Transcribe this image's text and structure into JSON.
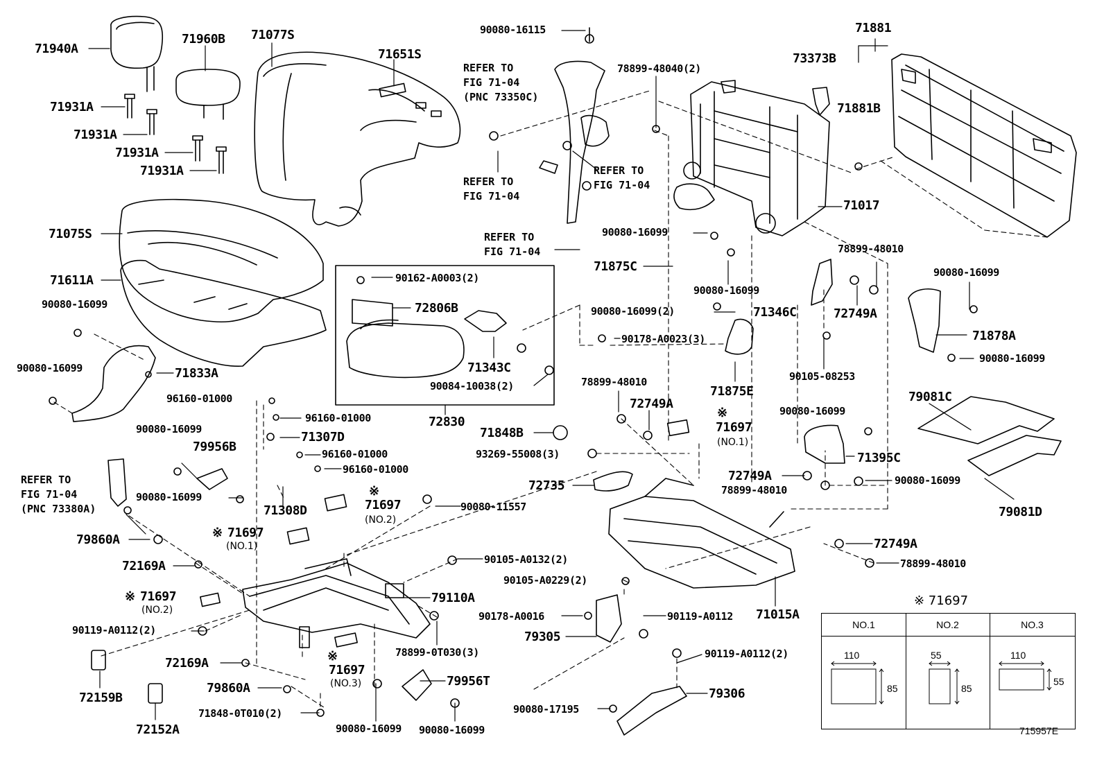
{
  "labels": {
    "l71940a": "71940A",
    "l71960b": "71960B",
    "l71077s": "71077S",
    "l71651s": "71651S",
    "l71931a_1": "71931A",
    "l71931a_2": "71931A",
    "l71931a_3": "71931A",
    "l71931a_4": "71931A",
    "l71075s": "71075S",
    "l71611a": "71611A",
    "l90080_16099_a": "90080-16099",
    "l90080_16099_b": "90080-16099",
    "l71833a": "71833A",
    "l90080_16115": "90080-16115",
    "l78899_48040": "78899-48040(2)",
    "l73373b": "73373B",
    "l71881": "71881",
    "l71881b": "71881B",
    "l71017": "71017",
    "l90080_16099_c": "90080-16099",
    "l71875c": "71875C",
    "l90080_16099_d": "90080-16099",
    "l78899_48010_a": "78899-48010",
    "l71346c": "71346C",
    "l72749a_a": "72749A",
    "l90080_16099_e": "90080-16099",
    "l71878a": "71878A",
    "l90080_16099_f": "90080-16099",
    "l90105_08253": "90105-08253",
    "l90162": "90162-A0003(2)",
    "l72806b": "72806B",
    "l71343c": "71343C",
    "l90084": "90084-10038(2)",
    "l72830": "72830",
    "l90080_16099_2": "90080-16099(2)",
    "l90178_a0023": "90178-A0023(3)",
    "l71875e": "71875E",
    "l78899_48010_b": "78899-48010",
    "l72749a_b": "72749A",
    "l71697_a": "71697",
    "l71848b": "71848B",
    "l93269": "93269-55008(3)",
    "l72735": "72735",
    "l90080_16099_g": "90080-16099",
    "l71395c": "71395C",
    "l72749a_c": "72749A",
    "l78899_48010_c": "78899-48010",
    "l90080_16099_h": "90080-16099",
    "l79081c": "79081C",
    "l79081d": "79081D",
    "l96160_a": "96160-01000",
    "l96160_b": "96160-01000",
    "l71307d": "71307D",
    "l96160_c": "96160-01000",
    "l96160_d": "96160-01000",
    "l90080_16099_i": "90080-16099",
    "l79956b": "79956B",
    "l90080_16099_j": "90080-16099",
    "l71308d": "71308D",
    "l71697_b": "71697",
    "l90080_11557": "90080-11557",
    "l71697_c": "71697",
    "l79860a_a": "79860A",
    "l72169a_a": "72169A",
    "l71697_d": "71697",
    "l90119_a": "90119-A0112(2)",
    "l90105_a0132": "90105-A0132(2)",
    "l90105_a0229": "90105-A0229(2)",
    "l79110a": "79110A",
    "l90178_a0016": "90178-A0016",
    "l79305": "79305",
    "l90119_b": "90119-A0112",
    "l71015a": "71015A",
    "l72749a_d": "72749A",
    "l78899_48010_d": "78899-48010",
    "l78899_0t030": "78899-0T030(3)",
    "l72169a_b": "72169A",
    "l79860a_b": "79860A",
    "l71697_e": "71697",
    "l79956t": "79956T",
    "l71848_0t010": "71848-0T010(2)",
    "l90080_16099_k": "90080-16099",
    "l90080_16099_l": "90080-16099",
    "l72159b": "72159B",
    "l72152a": "72152A",
    "l90119_c": "90119-A0112(2)",
    "l79306": "79306",
    "l90080_17195": "90080-17195"
  },
  "no_labels": {
    "n1a": "(NO.1)",
    "n2a": "(NO.2)",
    "n1b": "(NO.1)",
    "n2b": "(NO.2)",
    "n3a": "(NO.3)"
  },
  "refs": {
    "r1": [
      "REFER TO",
      "FIG 71-04",
      "(PNC 73350C)"
    ],
    "r2": [
      "REFER TO",
      "FIG 71-04"
    ],
    "r3": [
      "REFER TO",
      "FIG 71-04"
    ],
    "r4": [
      "REFER TO",
      "FIG 71-04"
    ],
    "r5": [
      "REFER TO",
      "FIG 71-04",
      "(PNC 73380A)"
    ]
  },
  "marks": {
    "kome": "※"
  },
  "table": {
    "title": "※ 71697",
    "columns": [
      {
        "head": "NO.1",
        "w": "110",
        "h": "85"
      },
      {
        "head": "NO.2",
        "w": "55",
        "h": "85"
      },
      {
        "head": "NO.3",
        "w": "110",
        "h": "55"
      }
    ]
  },
  "drawing_code": "715957E"
}
